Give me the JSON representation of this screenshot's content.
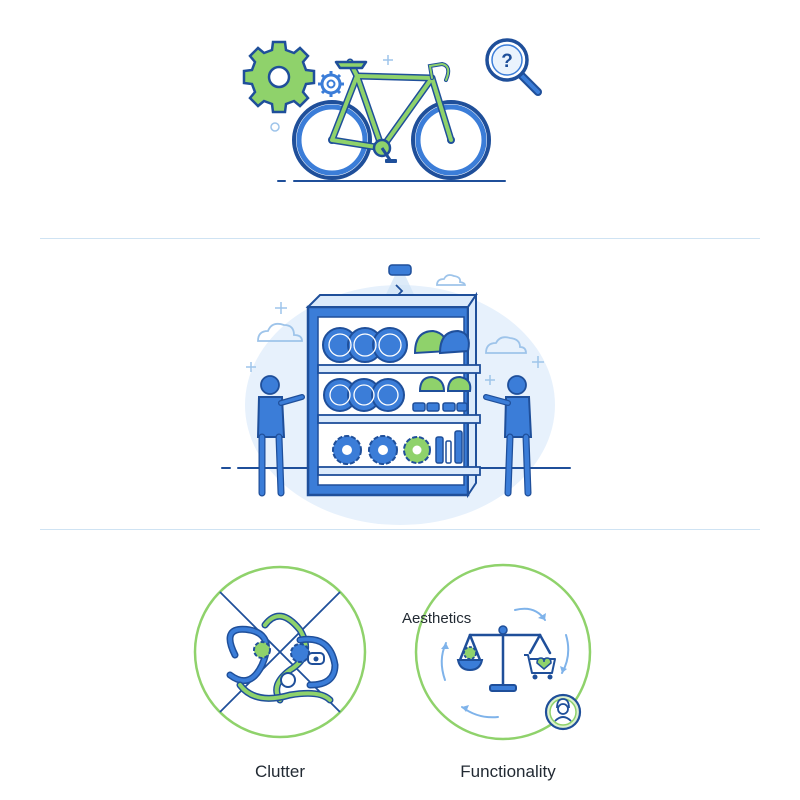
{
  "panels": {
    "problem": {
      "illustration": "bicycle-with-gears-and-question-magnifier"
    },
    "solution": {
      "illustration": "two-people-at-lit-display-shelf-with-wheels-helmets-gears"
    },
    "principles": {
      "left": {
        "label": "Clutter",
        "icon": "crossed-out-tangled-parts"
      },
      "right": {
        "label": "Functionality",
        "annotation": "Aesthetics",
        "icon": "balance-scale-with-cart-and-customer"
      }
    }
  },
  "colors": {
    "primary_blue": "#3b7dd8",
    "light_blue": "#dbeafb",
    "accent_green": "#6cc24a",
    "dark_stroke": "#1f4f9a",
    "divider": "#cfe3f3"
  }
}
